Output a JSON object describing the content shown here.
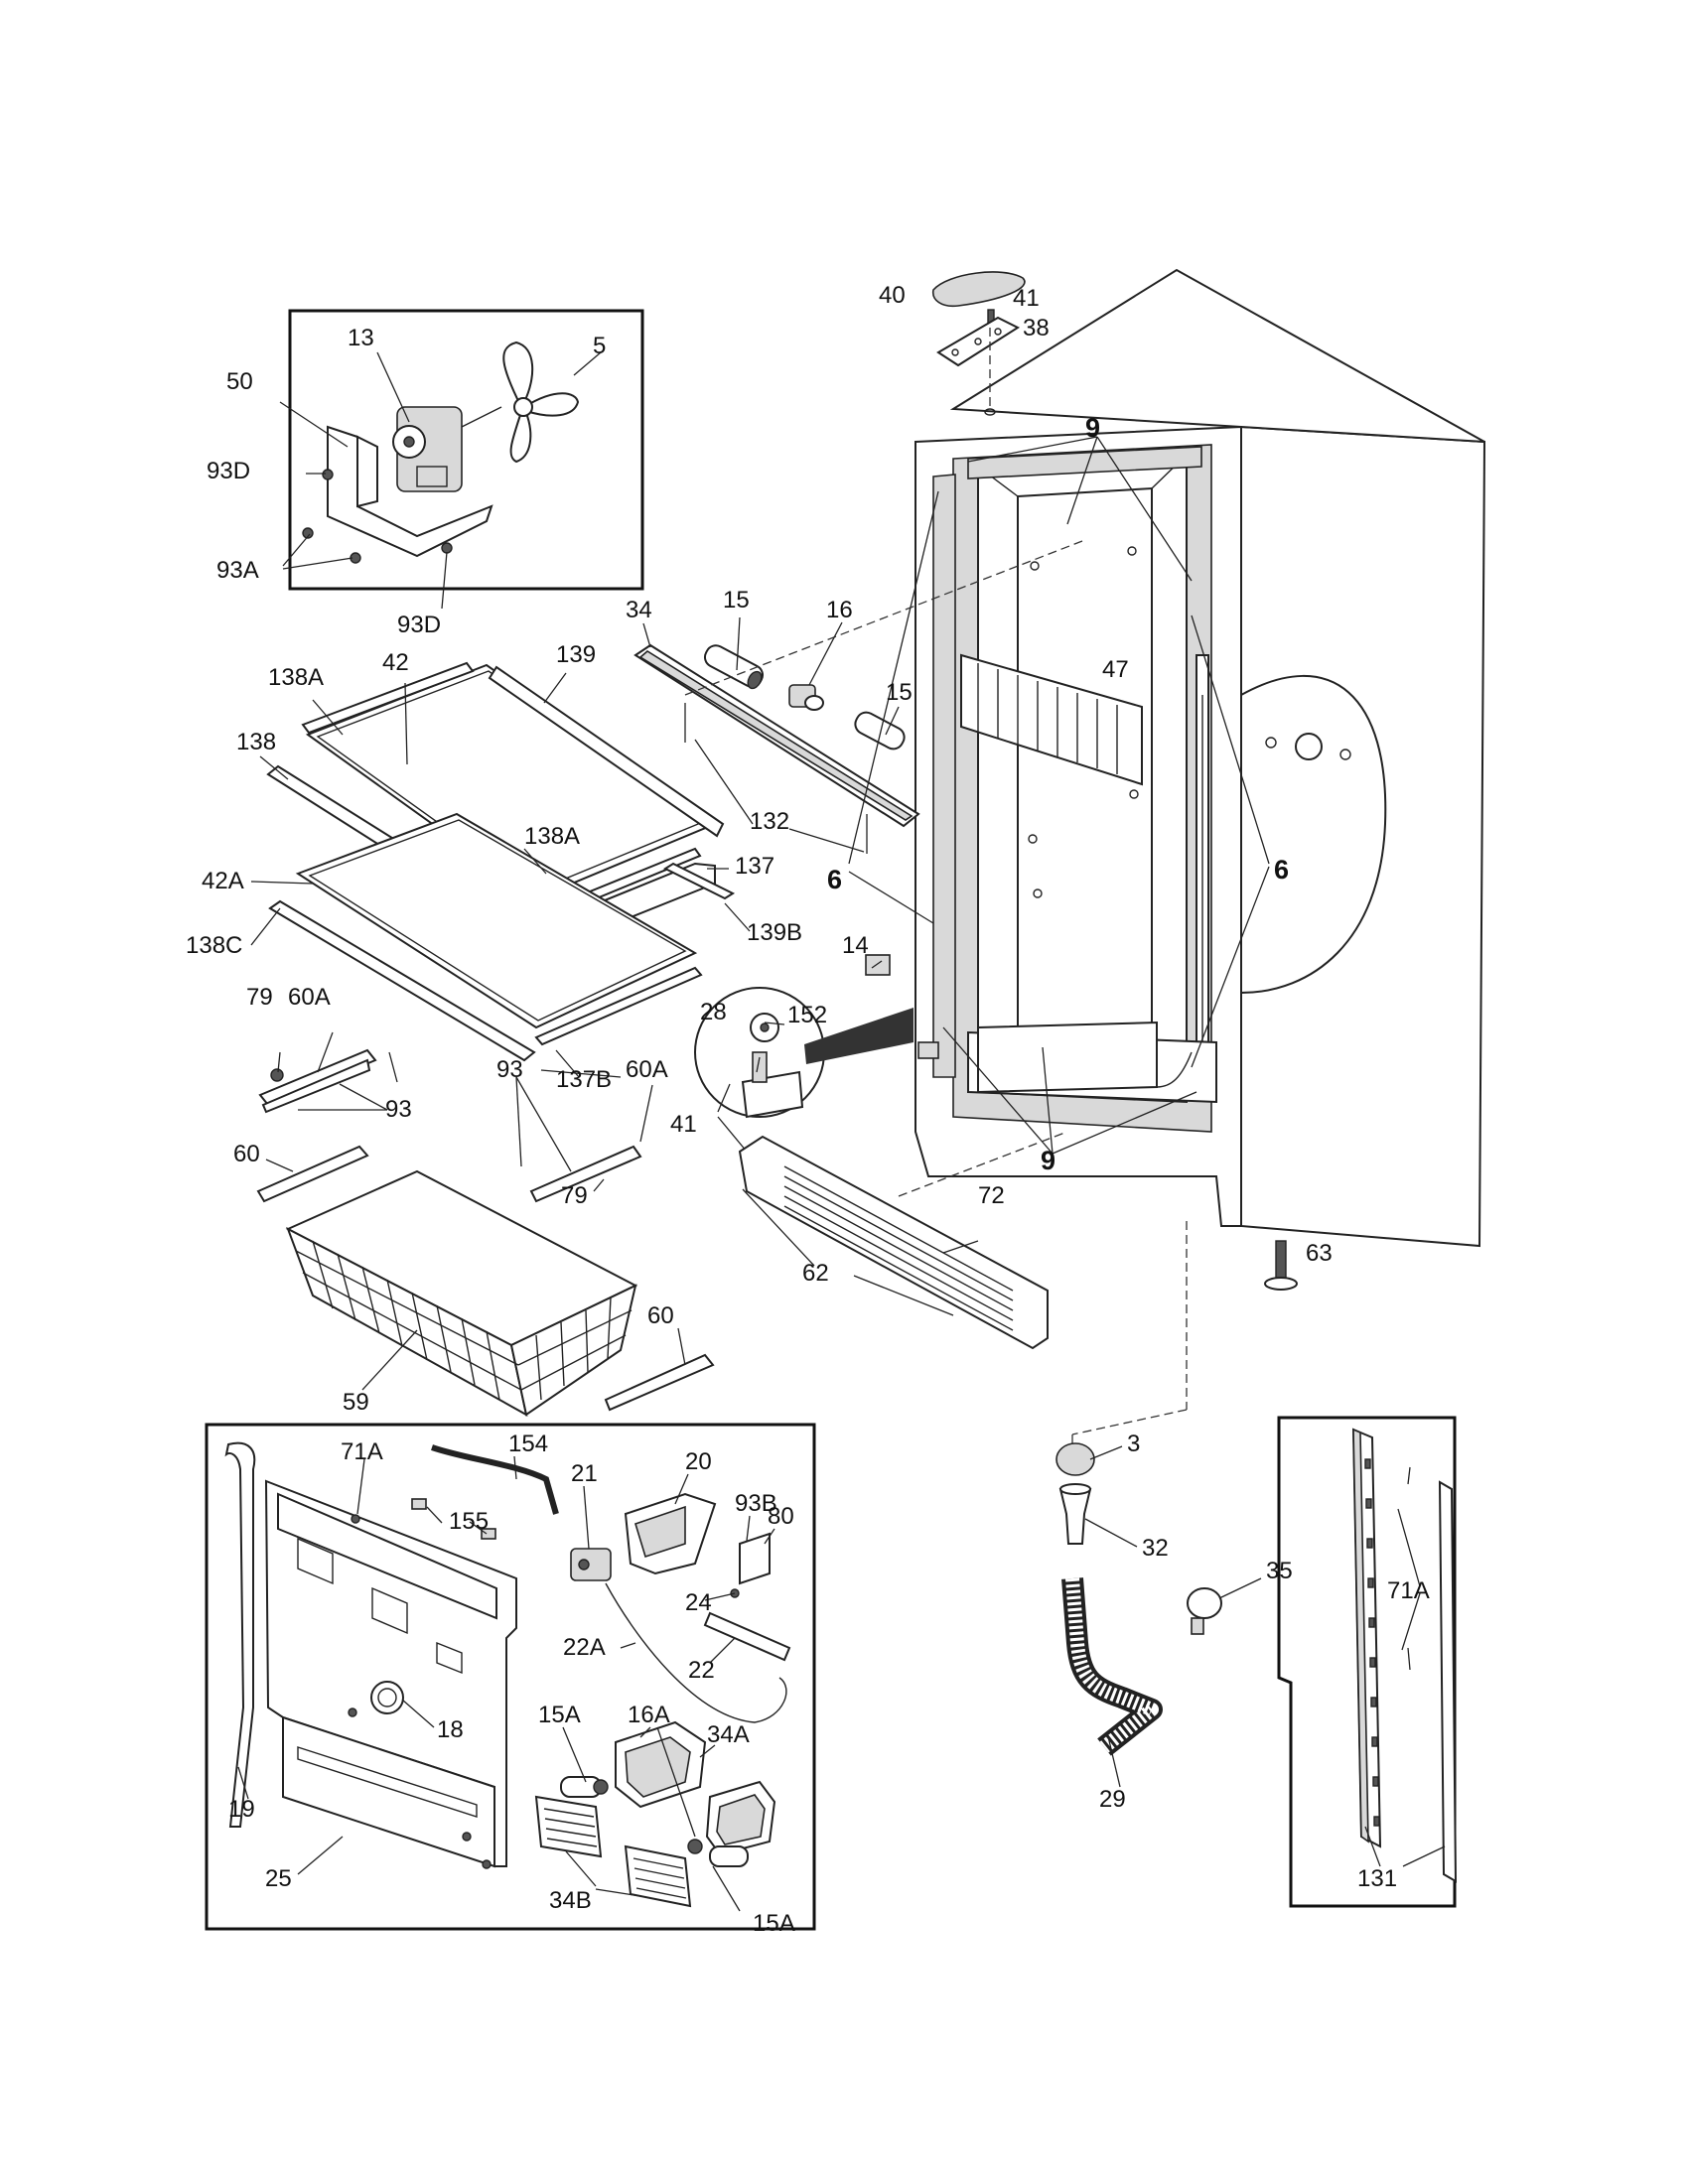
{
  "labels": {
    "p40": "40",
    "p41a": "41",
    "p38": "38",
    "p9a": "9",
    "p13": "13",
    "p5": "5",
    "p50": "50",
    "p93d_a": "93D",
    "p93a": "93A",
    "p93d_b": "93D",
    "p34": "34",
    "p15a": "15",
    "p16": "16",
    "p15b": "15",
    "p47": "47",
    "p138a_a": "138A",
    "p42": "42",
    "p139": "139",
    "p138": "138",
    "p132": "132",
    "p138a_b": "138A",
    "p137": "137",
    "p6a": "6",
    "p6b": "6",
    "p42a": "42A",
    "p139b": "139B",
    "p138c": "138C",
    "p14": "14",
    "p79a": "79",
    "p60a_a": "60A",
    "p28": "28",
    "p152": "152",
    "p93_a": "93",
    "p137b": "137B",
    "p60a_b": "60A",
    "p93_b": "93",
    "p41b": "41",
    "p9b": "9",
    "p60_a": "60",
    "p79b": "79",
    "p72": "72",
    "p63": "63",
    "p62": "62",
    "p60_b": "60",
    "p59": "59",
    "p3": "3",
    "p71a_a": "71A",
    "p154": "154",
    "p21": "21",
    "p20": "20",
    "p93b": "93B",
    "p80": "80",
    "p155": "155",
    "p32": "32",
    "p35": "35",
    "p71a_b": "71A",
    "p24": "24",
    "p22a": "22A",
    "p22": "22",
    "p18": "18",
    "p15a_a": "15A",
    "p16a": "16A",
    "p34a": "34A",
    "p29": "29",
    "p19": "19",
    "p25": "25",
    "p34b": "34B",
    "p15a_b": "15A",
    "p131": "131"
  }
}
